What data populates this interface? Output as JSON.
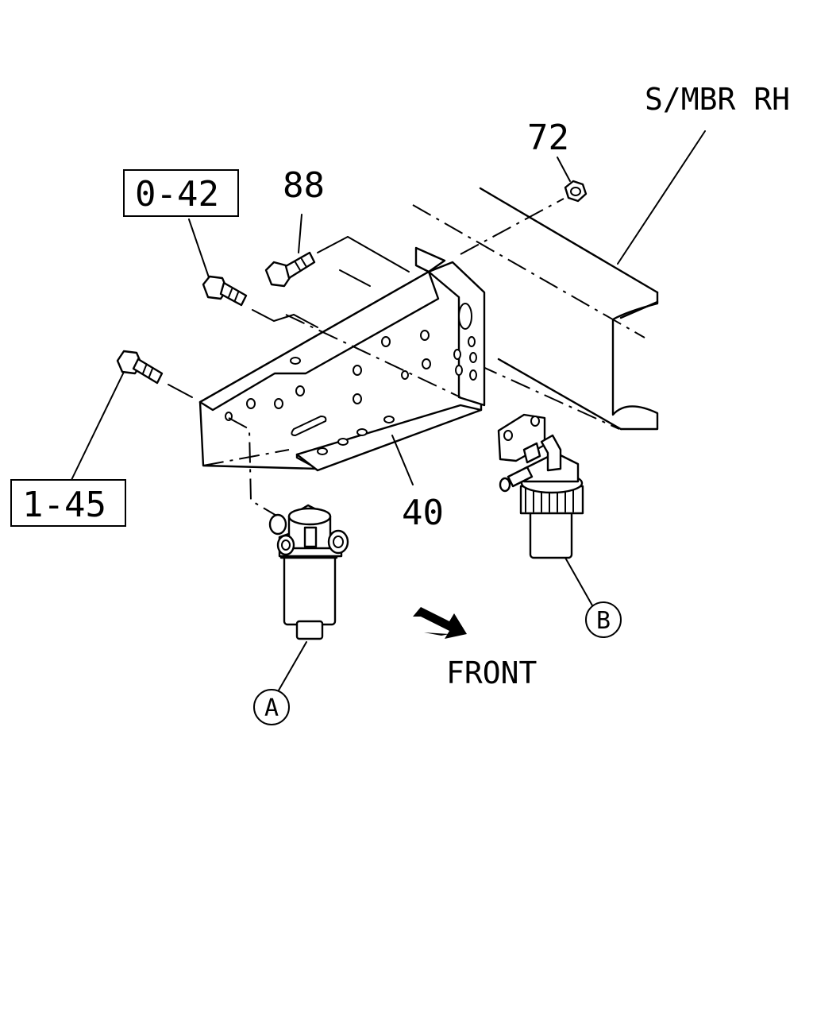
{
  "labels": {
    "side_member": "S/MBR RH",
    "nut": "72",
    "bolt_upper": "88",
    "ref_upper": "0-42",
    "ref_lower": "1-45",
    "bracket": "40",
    "filter_a": "A",
    "filter_b": "B",
    "direction": "FRONT"
  },
  "icons": {
    "direction_arrow": "front-arrow-icon"
  },
  "colors": {
    "ink": "#000000",
    "paper": "#ffffff"
  }
}
